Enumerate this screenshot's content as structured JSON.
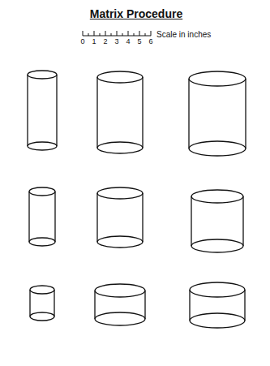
{
  "diagram": {
    "title": "Matrix Procedure",
    "labels": [
      "0",
      "1",
      "2",
      "3",
      "4",
      "5",
      "6",
      "Scale in inches"
    ]
  }
}
